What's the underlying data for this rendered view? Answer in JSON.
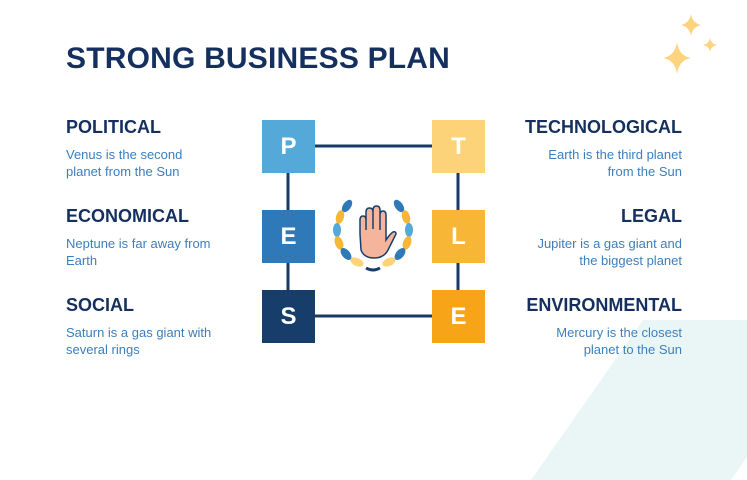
{
  "title": "STRONG BUSINESS PLAN",
  "left_items": [
    {
      "heading": "POLITICAL",
      "desc": "Venus is the second planet from the Sun"
    },
    {
      "heading": "ECONOMICAL",
      "desc": "Neptune is far away from Earth"
    },
    {
      "heading": "SOCIAL",
      "desc": "Saturn is a gas giant with several rings"
    }
  ],
  "right_items": [
    {
      "heading": "TECHNOLOGICAL",
      "desc": "Earth is the third planet from the Sun"
    },
    {
      "heading": "LEGAL",
      "desc": "Jupiter is a gas giant and the biggest planet"
    },
    {
      "heading": "ENVIRONMENTAL",
      "desc": "Mercury is the closest planet to the Sun"
    }
  ],
  "letters": {
    "p": "P",
    "e": "E",
    "s": "S",
    "t": "T",
    "l": "L",
    "e2": "E"
  },
  "colors": {
    "navy": "#15305e",
    "blue_dark": "#173e6b",
    "blue_mid": "#2f79b9",
    "blue_light": "#54a9d9",
    "yellow_light": "#fdd37a",
    "yellow_mid": "#f8b637",
    "orange": "#f8a418",
    "line": "#1a3a66",
    "sparkle": "#fcd37e"
  },
  "icons": [
    "hand-icon",
    "laurel-wreath-icon",
    "sparkle-icon"
  ]
}
